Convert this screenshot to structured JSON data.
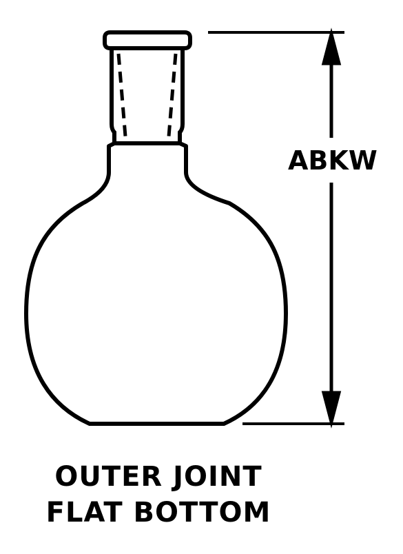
{
  "dimension": {
    "label": "ABKW"
  },
  "caption": {
    "line1": "OUTER JOINT",
    "line2": "FLAT BOTTOM"
  },
  "colors": {
    "ink": "#000000",
    "paper": "#ffffff"
  }
}
